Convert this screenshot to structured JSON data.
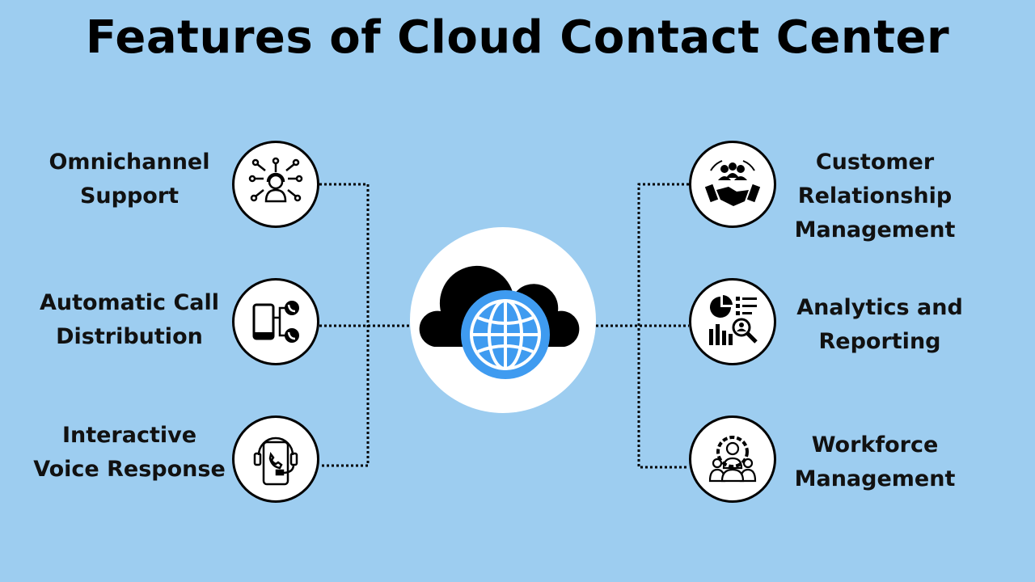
{
  "title": "Features of Cloud Contact Center",
  "left_features": [
    {
      "label_lines": [
        "Omnichannel",
        "Support"
      ],
      "icon": "headset-agent-network-icon"
    },
    {
      "label_lines": [
        "Automatic Call",
        "Distribution"
      ],
      "icon": "phone-routing-icon"
    },
    {
      "label_lines": [
        "Interactive",
        "Voice Response"
      ],
      "icon": "mobile-headset-icon"
    }
  ],
  "right_features": [
    {
      "label_lines": [
        "Customer",
        "Relationship",
        "Management"
      ],
      "icon": "handshake-team-icon"
    },
    {
      "label_lines": [
        "Analytics and",
        "Reporting"
      ],
      "icon": "analytics-chart-icon"
    },
    {
      "label_lines": [
        "Workforce",
        "Management"
      ],
      "icon": "team-gear-icon"
    }
  ],
  "center": {
    "icon": "cloud-globe-icon"
  },
  "colors": {
    "background": "#9dcdf0",
    "globe": "#3f9bf0",
    "connector": "#000000"
  }
}
